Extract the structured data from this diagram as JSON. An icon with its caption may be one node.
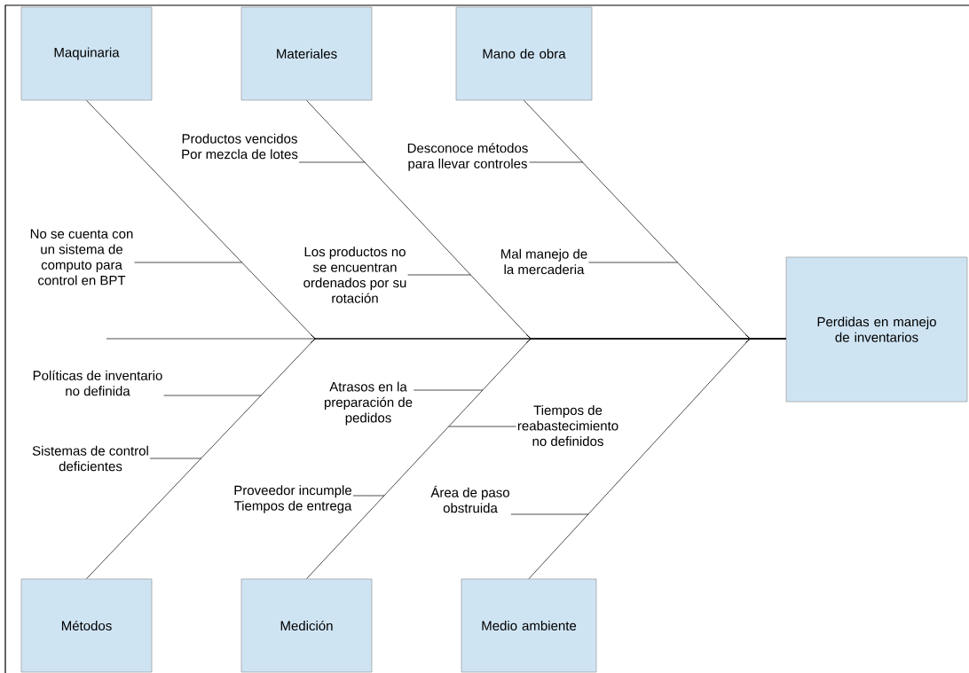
{
  "diagram": {
    "nodes": [
      {
        "text": [
          "Maquinaria"
        ]
      },
      {
        "text": [
          "Materiales"
        ]
      },
      {
        "text": [
          "Mano de obra"
        ]
      },
      {
        "text": [
          "Productos vencidos Por mezcla de lotes"
        ]
      },
      {
        "text": [
          "Desconoce métodos para llevar controles"
        ]
      },
      {
        "text": [
          "No se cuenta con un sistema de computo para control en BPT"
        ]
      },
      {
        "text": [
          "Los productos no se encuentran ordenados por su rotación"
        ]
      },
      {
        "text": [
          "Mal manejo de la mercaderia"
        ]
      },
      {
        "text": [
          "Perdidas en manejo de inventarios"
        ]
      },
      {
        "text": [
          "Políticas de inventario no definida"
        ]
      },
      {
        "text": [
          "Atrasos en la preparación de pedidos"
        ]
      },
      {
        "text": [
          "Tiempos de reabastecimiento no definidos"
        ]
      },
      {
        "text": [
          "Sistemas de control deficientes"
        ]
      },
      {
        "text": [
          "Proveedor incumple Tiempos de entrega"
        ]
      },
      {
        "text": [
          "Área de paso obstruida"
        ]
      },
      {
        "text": [
          "Métodos"
        ]
      },
      {
        "text": [
          "Medición"
        ]
      },
      {
        "text": [
          "Medio ambiente"
        ]
      }
    ],
    "edges": [
      {
        "from": null,
        "to": 8,
        "arrow": "none"
      },
      {
        "from": 0,
        "to": 8,
        "arrow": "to"
      },
      {
        "from": 15,
        "to": 8,
        "arrow": "to"
      },
      {
        "from": 1,
        "to": 8,
        "arrow": "to"
      },
      {
        "from": 16,
        "to": 8,
        "arrow": "to"
      },
      {
        "from": 2,
        "to": 8,
        "arrow": "to"
      },
      {
        "from": 17,
        "to": 8,
        "arrow": "to"
      },
      {
        "from": 3,
        "to": null,
        "arrow": "none"
      },
      {
        "from": 4,
        "to": null,
        "arrow": "none"
      },
      {
        "from": 5,
        "to": null,
        "arrow": "none"
      },
      {
        "from": 6,
        "to": null,
        "arrow": "none"
      },
      {
        "from": 7,
        "to": null,
        "arrow": "none"
      },
      {
        "from": 9,
        "to": null,
        "arrow": "none"
      },
      {
        "from": 10,
        "to": null,
        "arrow": "none"
      },
      {
        "from": 11,
        "to": null,
        "arrow": "none"
      },
      {
        "from": 12,
        "to": null,
        "arrow": "none"
      },
      {
        "from": 13,
        "to": null,
        "arrow": "none"
      },
      {
        "from": 14,
        "to": null,
        "arrow": "none"
      }
    ]
  }
}
